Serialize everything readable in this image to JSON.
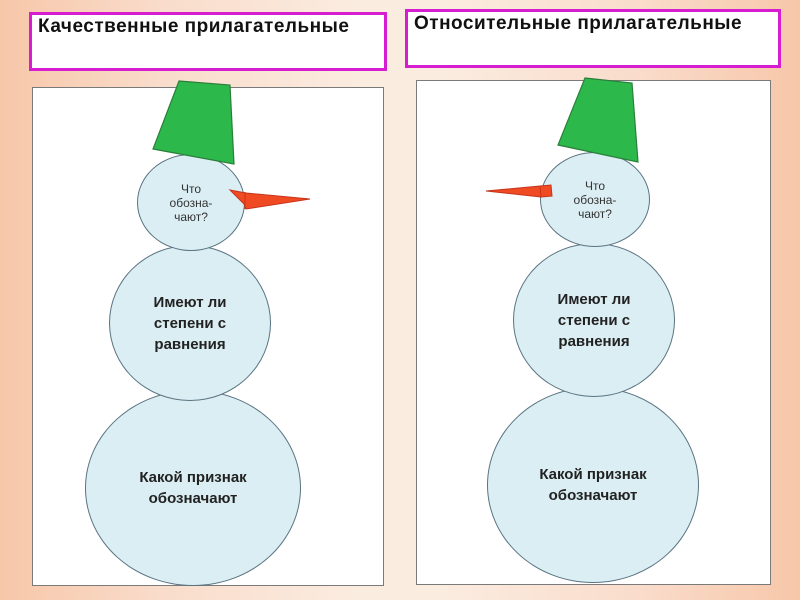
{
  "panels": {
    "left": {
      "title": "Качественные прилагательные",
      "head_question": "Что обозна-чают?",
      "middle_question": "Имеют ли степени сравнения",
      "bottom_question": "Какой признак обозначают"
    },
    "right": {
      "title": "Относительные прилагательные",
      "head_question": "Что обозна-чают?",
      "middle_question": "Имеют ли степени сравнения",
      "bottom_question": "Какой признак обозначают"
    }
  },
  "colors": {
    "title_border": "#d61ed0",
    "snowball_fill": "#dbeef3",
    "hat_fill": "#2db84b",
    "nose_fill": "#f04a23"
  },
  "icons": {
    "hat": "bucket-hat-icon",
    "nose": "carrot-nose-icon"
  }
}
